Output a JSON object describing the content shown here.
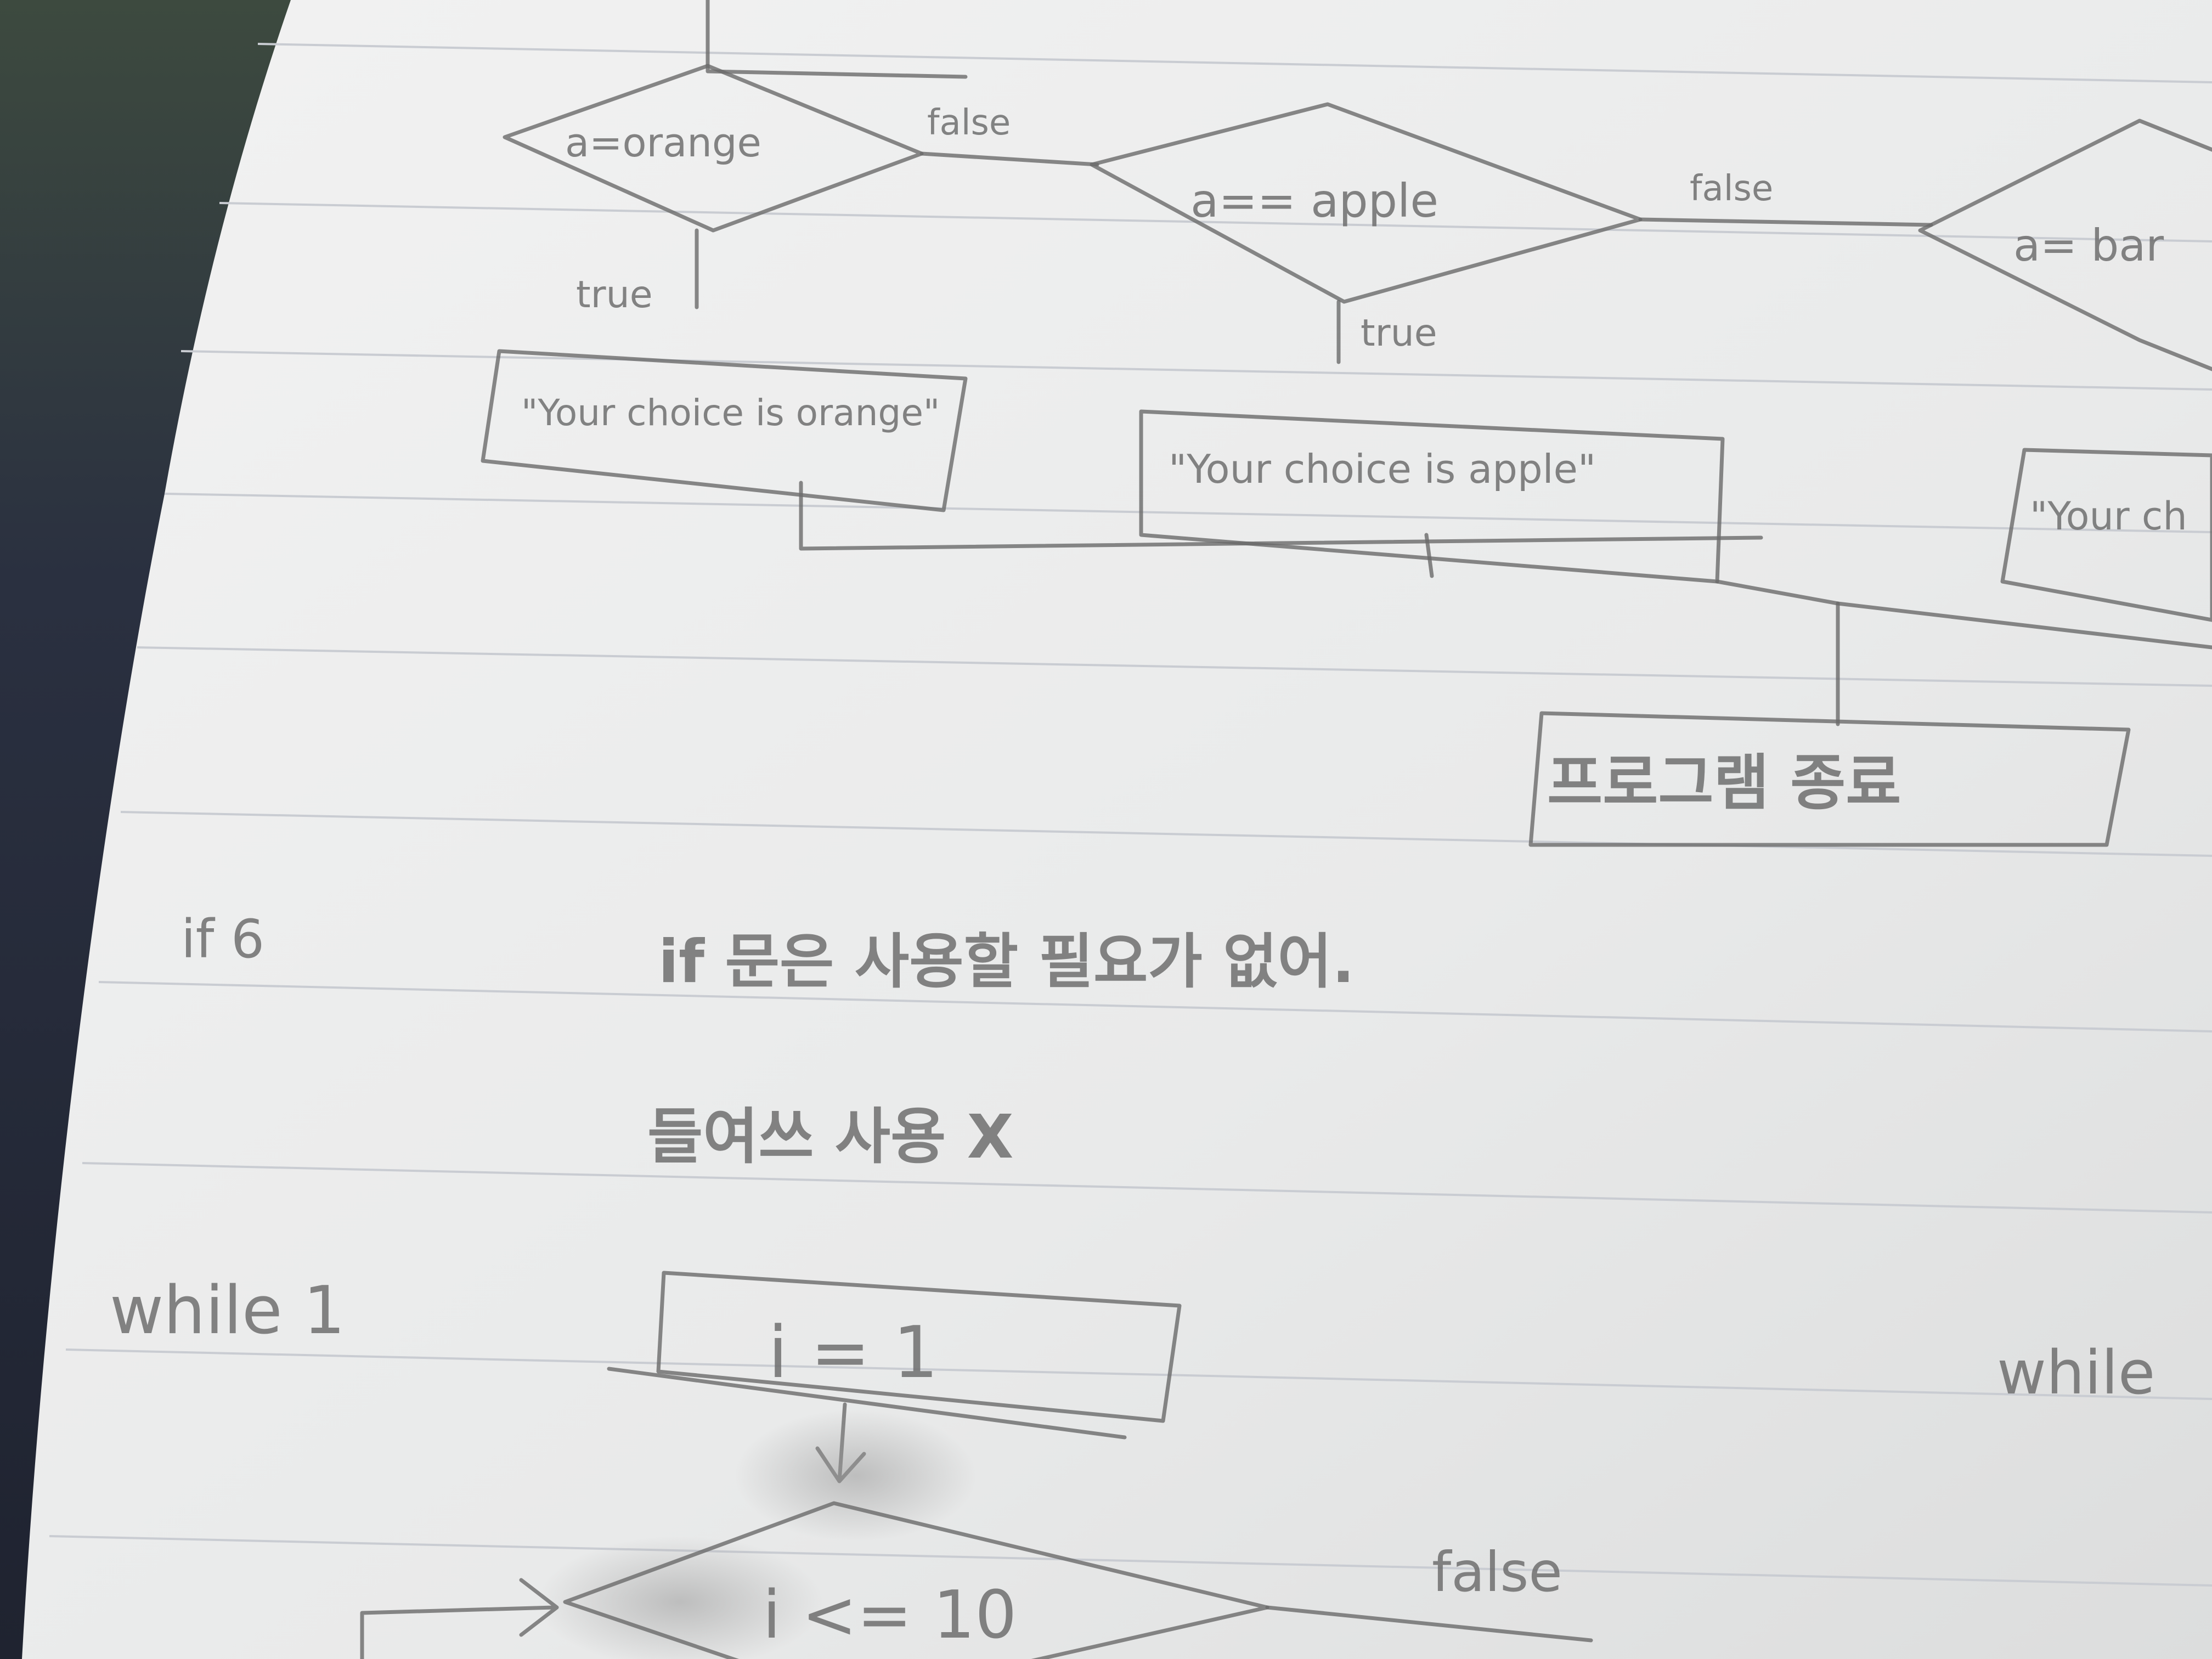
{
  "colors": {
    "desk_dark": "#1f2330",
    "desk_green": "#3d4a3f",
    "paper": "#ececec",
    "pencil": "#6a6a6a",
    "ruled_line": "#c9ccd2"
  },
  "flowchart_top": {
    "decisions": [
      {
        "condition": "a=orange",
        "true_label": "true",
        "false_label": "false"
      },
      {
        "condition": "a== apple",
        "true_label": "true",
        "false_label": "false"
      },
      {
        "condition": "a= bar"
      }
    ],
    "outputs": [
      "\"Your choice is orange\"",
      "\"Your choice is apple\"",
      "\"Your ch"
    ],
    "end_box": "프로그램 종료"
  },
  "notes": {
    "label": "if 6",
    "line1": "if 문은 사용할 필요가 없어.",
    "line2": "들여쓰 사용 X"
  },
  "flowchart_bottom": {
    "label_left": "while 1",
    "label_right": "while",
    "init_box": "i = 1",
    "condition": "i <= 10",
    "false_label": "false"
  }
}
